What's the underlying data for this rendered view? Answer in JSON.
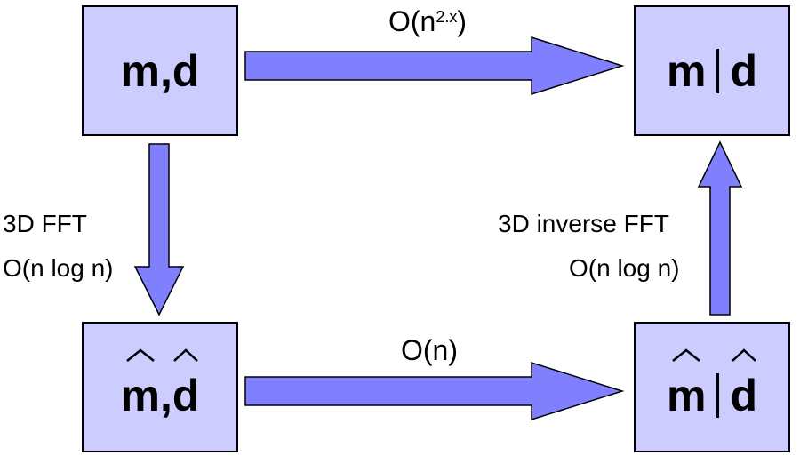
{
  "boxes": {
    "top_left": {
      "m": "m",
      "comma": ",",
      "d": "d"
    },
    "top_right": {
      "m": "m",
      "d": "d"
    },
    "bottom_left": {
      "m": "m",
      "comma": ",",
      "d": "d"
    },
    "bottom_right": {
      "m": "m",
      "d": "d"
    }
  },
  "labels": {
    "top_arrow_base": "O(n",
    "top_arrow_sup": "2.x",
    "top_arrow_close": ")",
    "bottom_arrow": "O(n)",
    "left_line1": "3D FFT",
    "left_line2": "O(n log n)",
    "right_line1": "3D inverse FFT",
    "right_line2": "O(n log n)"
  },
  "colors": {
    "box_fill": "#ccccff",
    "arrow_fill": "#8080ff",
    "stroke": "#000000"
  }
}
